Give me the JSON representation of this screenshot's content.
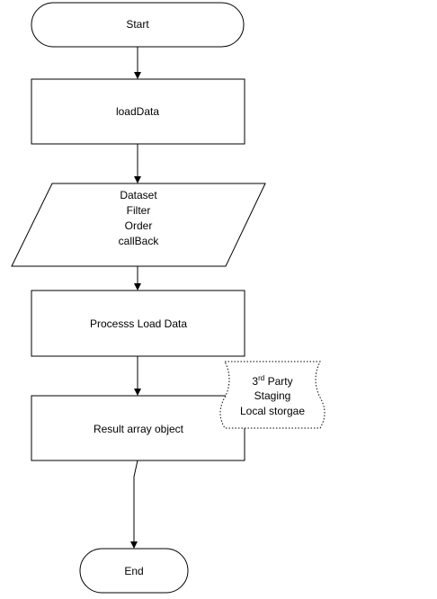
{
  "flowchart": {
    "start_label": "Start",
    "load_data_label": "loadData",
    "io_lines": [
      "Dataset",
      "Filter",
      "Order",
      "callBack"
    ],
    "process_label": "Processs Load Data",
    "result_label": "Result array object",
    "storage": {
      "line1_prefix": "3",
      "line1_superscript": "rd",
      "line1_suffix": " Party",
      "line2": "Staging",
      "line3": "Local storgae"
    },
    "end_label": "End"
  },
  "colors": {
    "stroke": "#000000",
    "fill": "#ffffff",
    "text": "#000000"
  }
}
